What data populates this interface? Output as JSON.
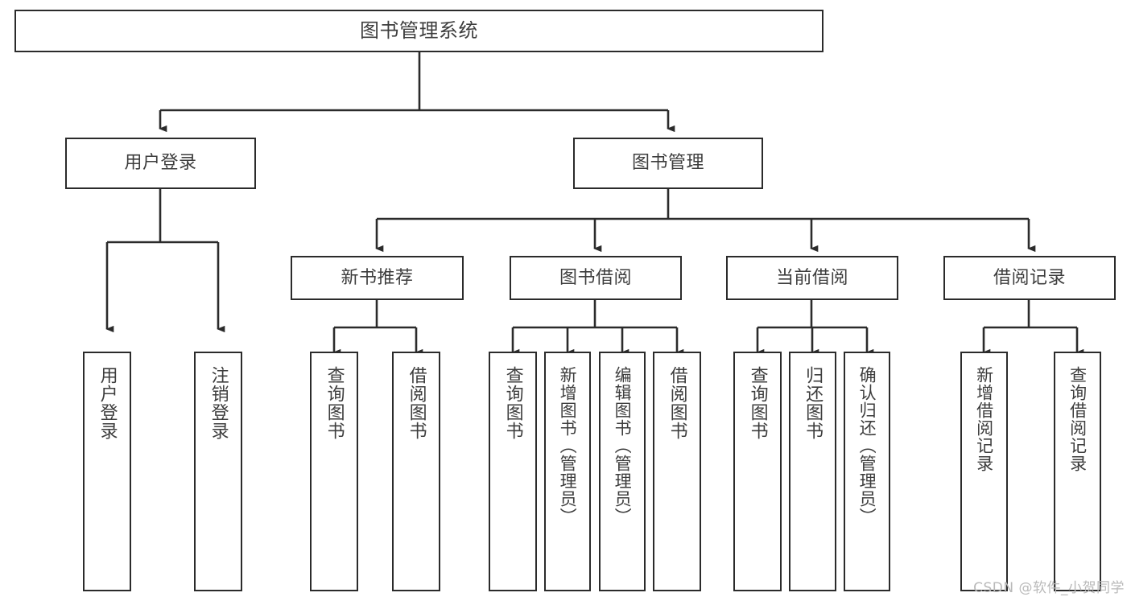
{
  "diagram": {
    "title": "图书管理系统",
    "type": "tree",
    "watermark": "CSDN @软件_小贺同学",
    "colors": {
      "node_border": "#2b2b2b",
      "node_fill": "#ffffff",
      "edge": "#2b2b2b",
      "text": "#3d3d3d",
      "watermark": "#b9b9b9",
      "background": "#ffffff"
    },
    "root": {
      "label": "图书管理系统"
    },
    "level1": [
      {
        "label": "用户登录"
      },
      {
        "label": "图书管理"
      }
    ],
    "level2": [
      {
        "label": "新书推荐"
      },
      {
        "label": "图书借阅"
      },
      {
        "label": "当前借阅"
      },
      {
        "label": "借阅记录"
      }
    ],
    "leaves": {
      "user_login": [
        {
          "label": "用户登录"
        },
        {
          "label": "注销登录"
        }
      ],
      "new_book": [
        {
          "label": "查询图书"
        },
        {
          "label": "借阅图书"
        }
      ],
      "borrow_book": [
        {
          "label": "查询图书"
        },
        {
          "label": "新增图书（管理员）"
        },
        {
          "label": "编辑图书（管理员）"
        },
        {
          "label": "借阅图书"
        }
      ],
      "current_borrow": [
        {
          "label": "查询图书"
        },
        {
          "label": "归还图书"
        },
        {
          "label": "确认归还（管理员）"
        }
      ],
      "borrow_record": [
        {
          "label": "新增借阅记录"
        },
        {
          "label": "查询借阅记录"
        }
      ]
    }
  }
}
